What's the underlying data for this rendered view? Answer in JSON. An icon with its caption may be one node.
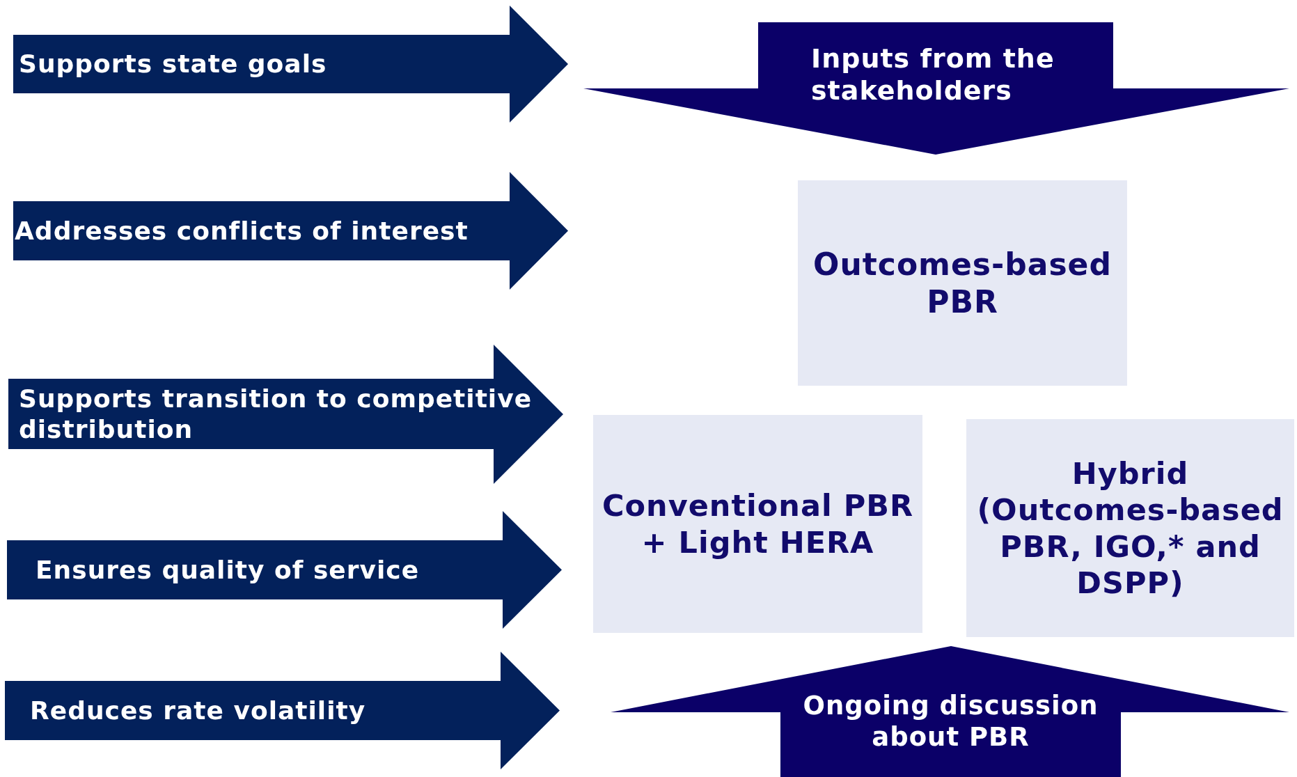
{
  "diagram": {
    "nodes": [
      {
        "text": [
          "Supports state goals"
        ]
      },
      {
        "text": [
          "Addresses conflicts of interest"
        ]
      },
      {
        "text": [
          "Supports transition to competitive distribution"
        ]
      },
      {
        "text": [
          "Ensures quality of service"
        ]
      },
      {
        "text": [
          "Reduces rate volatility"
        ]
      },
      {
        "text": [
          "Inputs from the stakeholders"
        ]
      },
      {
        "text": [
          "Outcomes-based PBR"
        ]
      },
      {
        "text": [
          "Conventional PBR + Light HERA"
        ]
      },
      {
        "text": [
          "Hybrid (Outcomes-based PBR, IGO,* and DSPP)"
        ]
      },
      {
        "text": [
          "Ongoing discussion about PBR"
        ]
      }
    ]
  }
}
